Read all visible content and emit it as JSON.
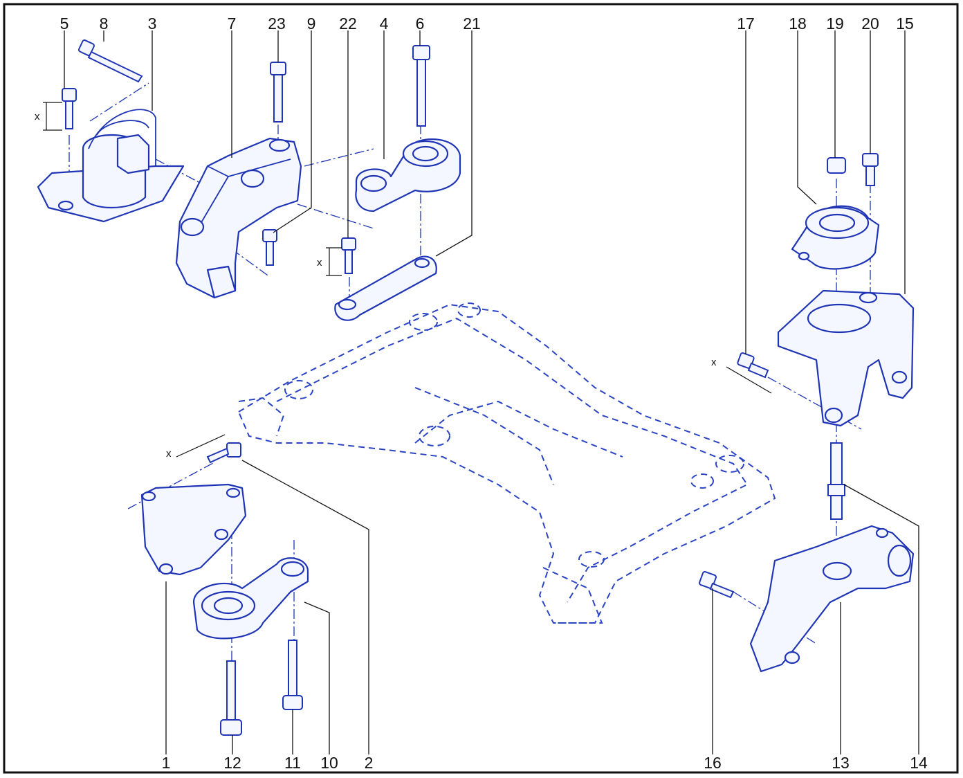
{
  "diagram": {
    "callouts": [
      "1",
      "2",
      "3",
      "4",
      "5",
      "6",
      "7",
      "8",
      "9",
      "10",
      "11",
      "12",
      "13",
      "14",
      "15",
      "16",
      "17",
      "18",
      "19",
      "20",
      "21",
      "22",
      "23"
    ],
    "dimension_label": "x",
    "colors": {
      "line_art": "#1f35b5",
      "ink": "#111111",
      "background": "#ffffff"
    }
  }
}
